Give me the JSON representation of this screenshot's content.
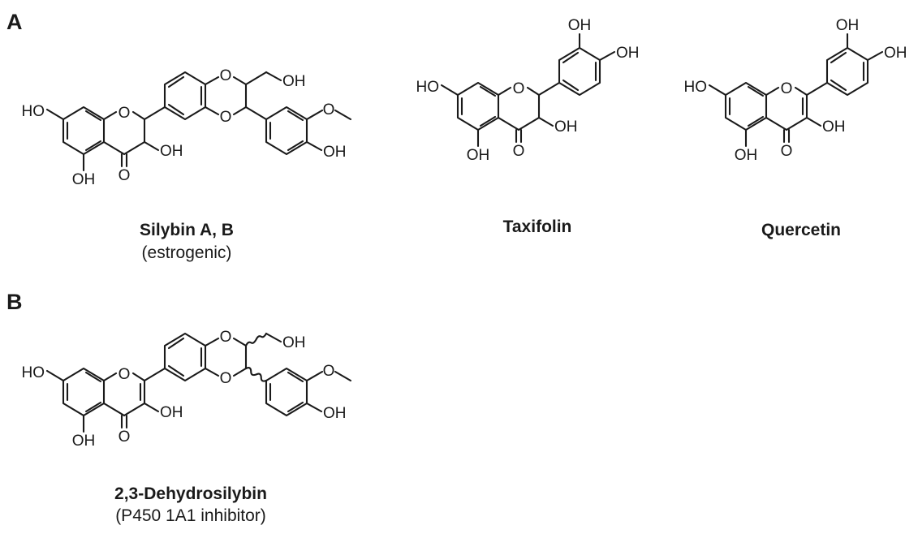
{
  "panels": {
    "a": "A",
    "b": "B"
  },
  "compounds": {
    "silybin": {
      "name": "Silybin A, B",
      "note": "(estrogenic)"
    },
    "taxifolin": {
      "name": "Taxifolin"
    },
    "quercetin": {
      "name": "Quercetin"
    },
    "dehydrosilybin": {
      "name": "2,3-Dehydrosilybin",
      "note": "(P450 1A1 inhibitor)"
    }
  },
  "atoms": {
    "o": "O",
    "oh": "OH",
    "ho": "HO"
  }
}
